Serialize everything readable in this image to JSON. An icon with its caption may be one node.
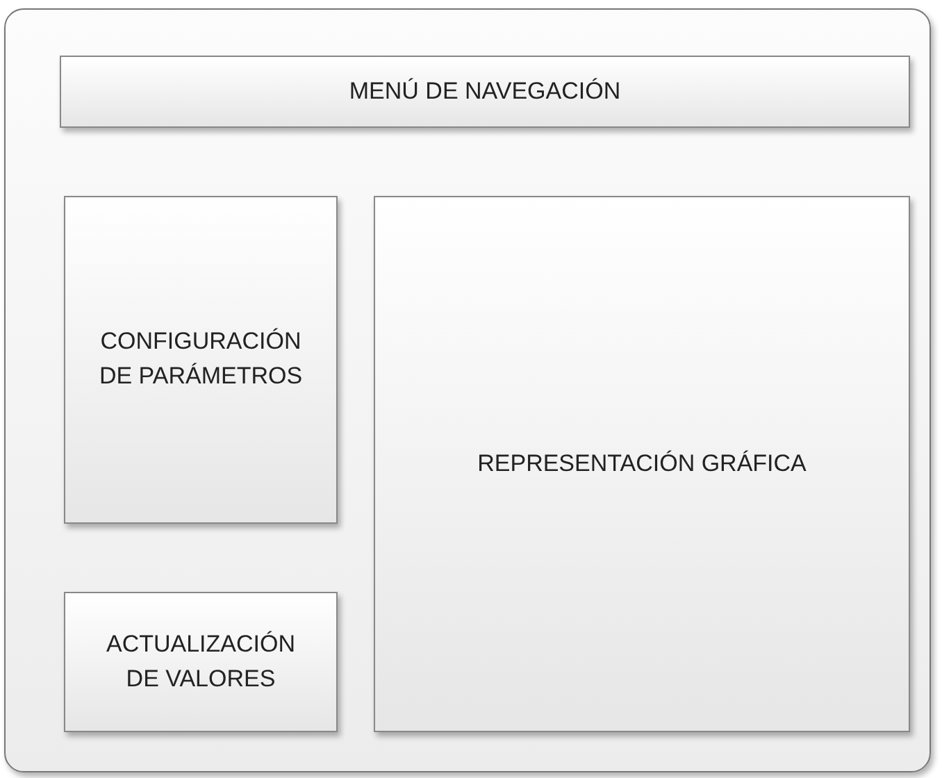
{
  "diagram": {
    "nodes": [
      {
        "text": [],
        "shape": "box"
      },
      {
        "text": [
          "MENÚ DE NAVEGACIÓN"
        ],
        "in": 0
      },
      {
        "text": [
          "CONFIGURACIÓN DE PARÁMETROS"
        ],
        "in": 0
      },
      {
        "text": [
          "REPRESENTACIÓN GRÁFICA"
        ],
        "in": 0
      },
      {
        "text": [
          "ACTUALIZACIÓN DE VALORES"
        ],
        "in": 0
      }
    ]
  }
}
